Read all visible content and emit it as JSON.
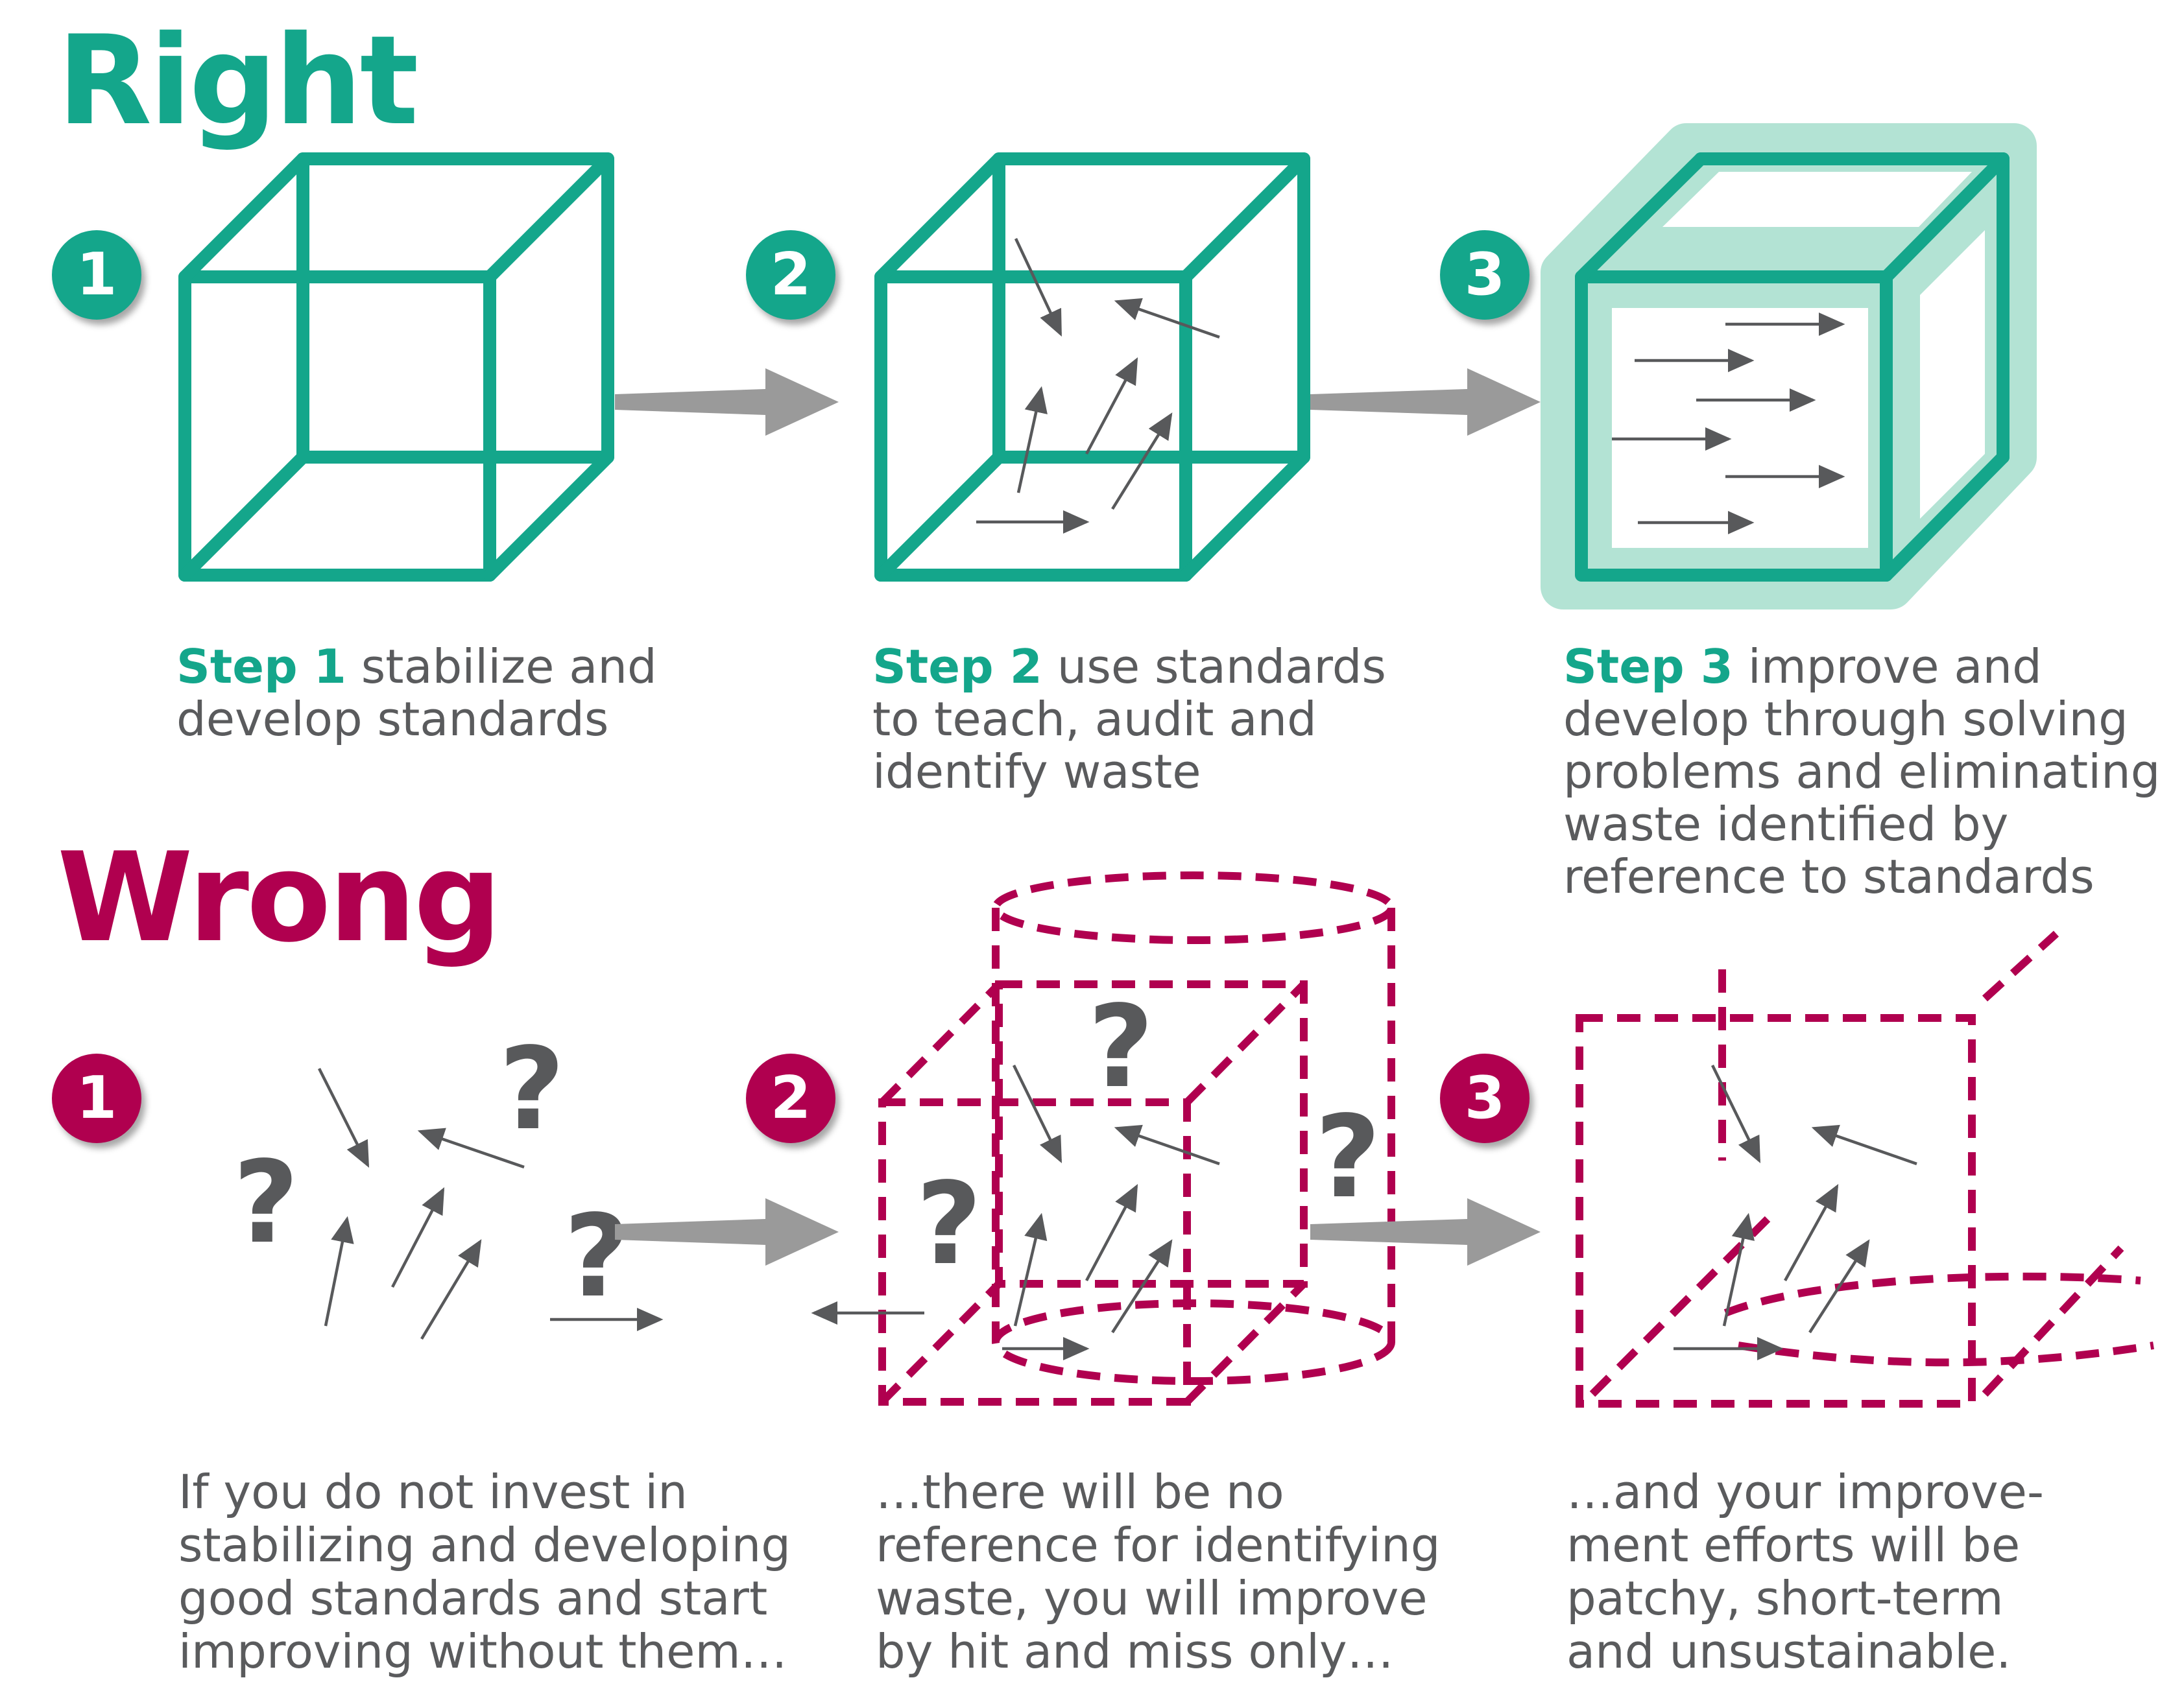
{
  "right": {
    "heading": "Right",
    "badges": [
      "1",
      "2",
      "3"
    ],
    "steps": [
      {
        "label": "Step 1",
        "text": "stabilize and\ndevelop standards"
      },
      {
        "label": "Step 2",
        "text": "use standards\nto teach, audit and\nidentify waste"
      },
      {
        "label": "Step 3",
        "text": "improve and\ndevelop through solving\nproblems and eliminating\nwaste identified by\nreference to standards"
      }
    ]
  },
  "wrong": {
    "heading": "Wrong",
    "badges": [
      "1",
      "2",
      "3"
    ],
    "captions": [
      "If you do not invest in\nstabilizing and developing\ngood standards and start\nimproving without them…",
      "…there will be no\nreference for identifying\nwaste, you will improve\nby hit and miss only…",
      "…and your improve-\nment efforts will be\npatchy, short-term\nand unsustainable."
    ],
    "question_mark": "?"
  },
  "colors": {
    "green": "#14a68b",
    "light_green": "#b3e3d4",
    "magenta": "#b0004f",
    "arrow_gray": "#5a5b5d",
    "big_arrow_gray": "#9a9a9a"
  }
}
